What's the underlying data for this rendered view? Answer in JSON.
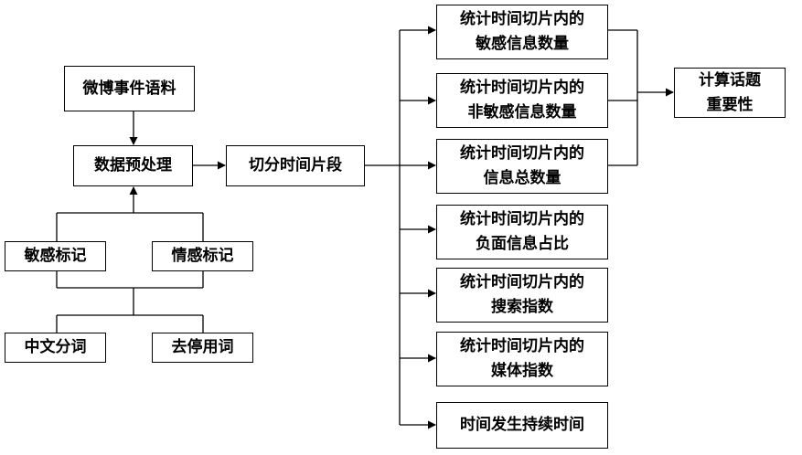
{
  "nodes": {
    "weibo_corpus": "微博事件语料",
    "preprocess": "数据预处理",
    "sensitive_tag": "敏感标记",
    "emotion_tag": "情感标记",
    "chinese_seg": "中文分词",
    "stopwords": "去停用词",
    "time_slice": "切分时间片段",
    "r1_line1": "统计时间切片内的",
    "r1_line2": "敏感信息数量",
    "r2_line1": "统计时间切片内的",
    "r2_line2": "非敏感信息数量",
    "r3_line1": "统计时间切片内的",
    "r3_line2": "信息总数量",
    "r4_line1": "统计时间切片内的",
    "r4_line2": "负面信息占比",
    "r5_line1": "统计时间切片内的",
    "r5_line2": "搜索指数",
    "r6_line1": "统计时间切片内的",
    "r6_line2": "媒体指数",
    "r7": "时间发生持续时间",
    "final_line1": "计算话题",
    "final_line2": "重要性"
  }
}
